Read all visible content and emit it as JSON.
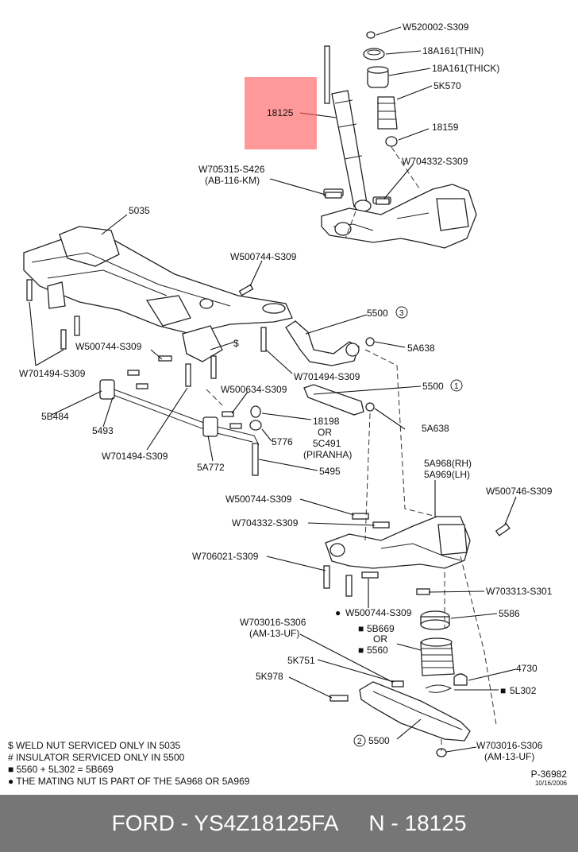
{
  "footer": {
    "brand_part": "FORD - YS4Z18125FA",
    "ref": "N - 18125"
  },
  "highlight_label": "18125",
  "callouts": {
    "w520002": "W520002-S309",
    "thin": "18A161(THIN)",
    "thick": "18A161(THICK)",
    "k570": "5K570",
    "p18159": "18159",
    "w705315": "W705315-S426",
    "ab116": "(AB-116-KM)",
    "w704332_top": "W704332-S309",
    "p5035": "5035",
    "w500744_a": "W500744-S309",
    "p5500_3": "5500",
    "circ3": "3",
    "p5a638_a": "5A638",
    "w500744_b": "W500744-S309",
    "dollar": "$",
    "w701494_mid": "W701494-S309",
    "w701494_left": "W701494-S309",
    "p5500_1": "5500",
    "circ1": "1",
    "w500634": "W500634-S309",
    "p5a638_b": "5A638",
    "p5b484": "5B484",
    "p5493": "5493",
    "p18198": "18198",
    "or1": "OR",
    "p5c491": "5C491",
    "piranha": "(PIRANHA)",
    "p5776": "5776",
    "w701494_low": "W701494-S309",
    "p5a772": "5A772",
    "p5495": "5495",
    "p5a968": "5A968(RH)",
    "p5a969": "5A969(LH)",
    "w500746": "W500746-S309",
    "w500744_c": "W500744-S309",
    "w704332_mid": "W704332-S309",
    "w706021": "W706021-S309",
    "w703313": "W703313-S301",
    "w500744_d": "W500744-S309",
    "dot": "●",
    "p5586": "5586",
    "w703016_a": "W703016-S306",
    "am13_a": "(AM-13-UF)",
    "sq1": "■",
    "p5b669": "5B669",
    "or2": "OR",
    "sq2": "■",
    "p5560": "5560",
    "p5k751": "5K751",
    "p4730": "4730",
    "p5k978": "5K978",
    "sq3": "■",
    "p5l302": "5L302",
    "circ2": "2",
    "p5500_2": "5500",
    "w703016_b": "W703016-S306",
    "am13_b": "(AM-13-UF)"
  },
  "notes": [
    "$  WELD NUT SERVICED ONLY IN 5035",
    "#  INSULATOR SERVICED ONLY IN 5500",
    "■  5560 + 5L302 = 5B669",
    "●  THE MATING NUT IS PART OF THE 5A968 OR 5A969"
  ],
  "reference": {
    "number": "P-36982",
    "date": "10/16/2006"
  }
}
